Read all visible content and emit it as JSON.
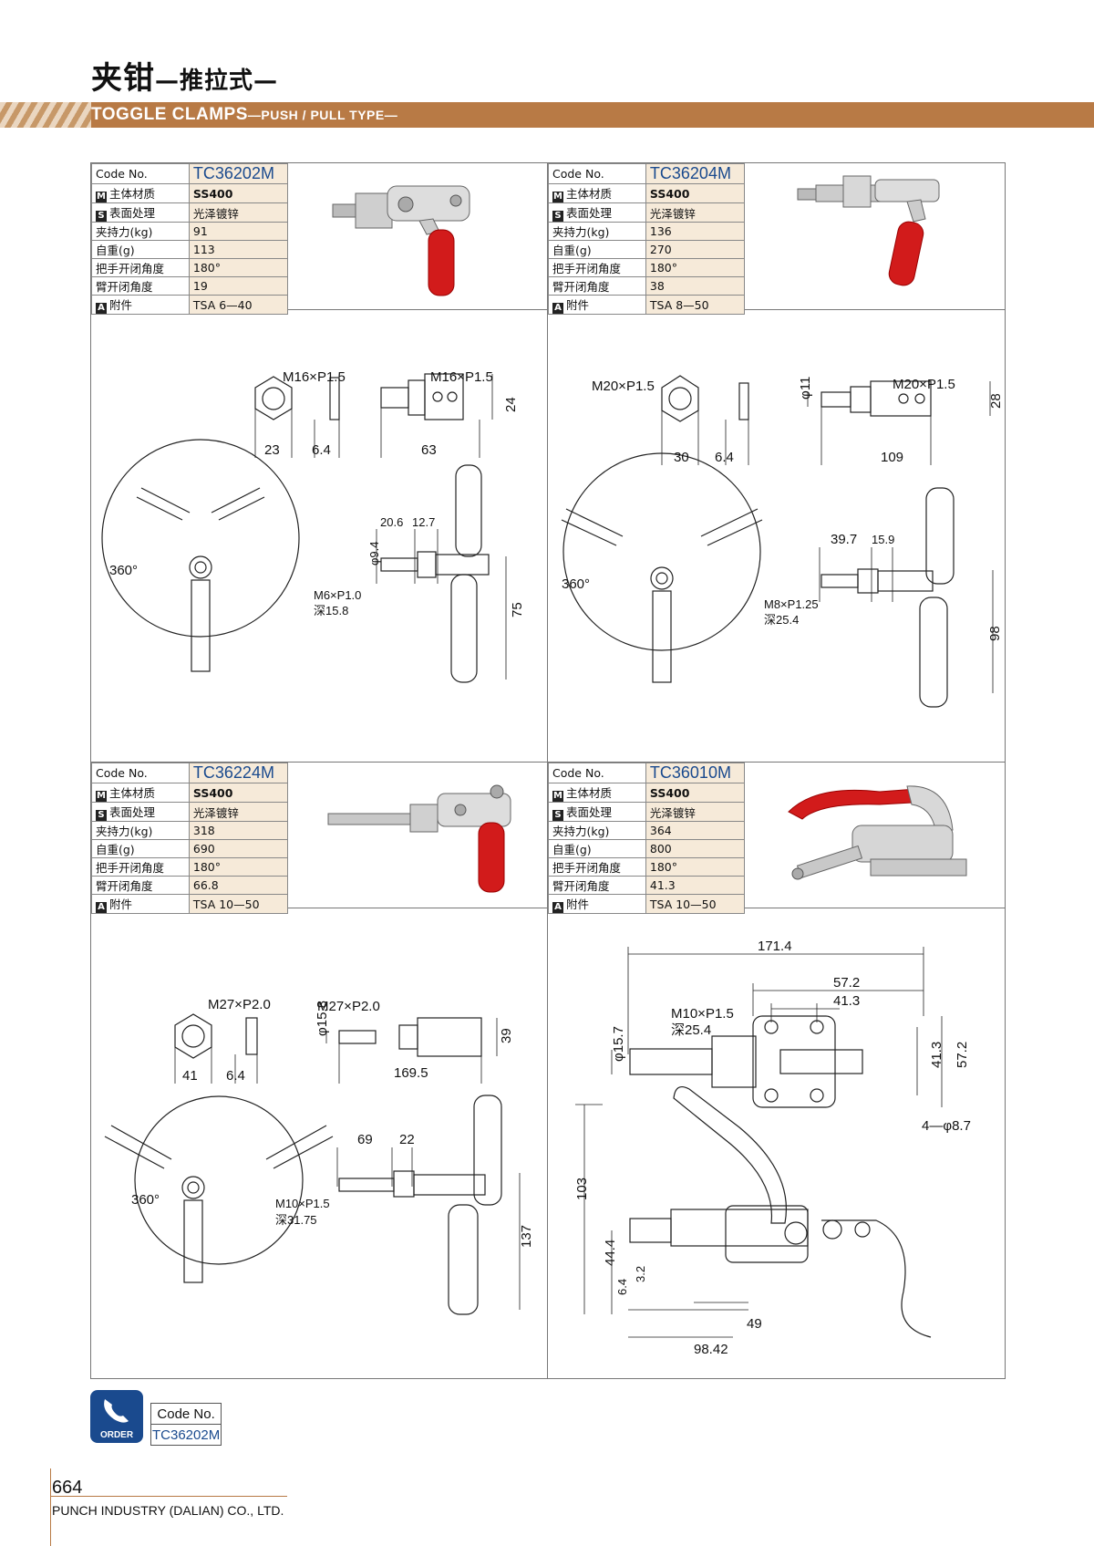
{
  "header": {
    "title_cn": "夹钳",
    "title_cn_sub": "—推拉式—",
    "title_en": "TOGGLE CLAMPS",
    "title_en_sub": "—PUSH / PULL TYPE—"
  },
  "labels": {
    "code": "Code No.",
    "material": "主体材质",
    "surface": "表面处理",
    "force": "夹持力(kg)",
    "weight": "自重(g)",
    "handle_angle": "把手开闭角度",
    "arm_angle": "臂开闭角度",
    "accessory": "附件",
    "badge_m": "M",
    "badge_s": "S",
    "badge_a": "A"
  },
  "products": [
    {
      "code": "TC36202M",
      "material": "SS400",
      "surface": "光泽镀锌",
      "force": "91",
      "weight": "113",
      "handle_angle": "180°",
      "arm_angle": "19",
      "accessory": "TSA 6—40"
    },
    {
      "code": "TC36204M",
      "material": "SS400",
      "surface": "光泽镀锌",
      "force": "136",
      "weight": "270",
      "handle_angle": "180°",
      "arm_angle": "38",
      "accessory": "TSA 8—50"
    },
    {
      "code": "TC36224M",
      "material": "SS400",
      "surface": "光泽镀锌",
      "force": "318",
      "weight": "690",
      "handle_angle": "180°",
      "arm_angle": "66.8",
      "accessory": "TSA 10—50"
    },
    {
      "code": "TC36010M",
      "material": "SS400",
      "surface": "光泽镀锌",
      "force": "364",
      "weight": "800",
      "handle_angle": "180°",
      "arm_angle": "41.3",
      "accessory": "TSA 10—50"
    }
  ],
  "drawings": {
    "d1": {
      "thread": "M16×P1.5",
      "thread2": "M16×P1.5",
      "hex": "23",
      "nut": "6.4",
      "len": "63",
      "h": "24",
      "a": "20.6",
      "b": "12.7",
      "dia": "φ9.4",
      "hole": "M6×P1.0",
      "depth": "深15.8",
      "tall": "75",
      "rot": "360°"
    },
    "d2": {
      "thread": "M20×P1.5",
      "thread2": "M20×P1.5",
      "hex": "30",
      "nut": "6.4",
      "dia11": "φ11",
      "len": "109",
      "h": "28",
      "a": "39.7",
      "b": "15.9",
      "hole": "M8×P1.25",
      "depth": "深25.4",
      "tall": "98",
      "rot": "360°"
    },
    "d3": {
      "thread": "M27×P2.0",
      "thread2": "M27×P2.0",
      "hex": "41",
      "nut": "6.4",
      "dia": "φ15.8",
      "len": "169.5",
      "h": "39",
      "a": "69",
      "b": "22",
      "hole": "M10×P1.5",
      "depth": "深31.75",
      "tall": "137",
      "rot": "360°"
    },
    "d4": {
      "total": "171.4",
      "w1": "57.2",
      "w2": "41.3",
      "hole": "M10×P1.5",
      "depth": "深25.4",
      "dia": "φ15.7",
      "h1": "41.3",
      "h2": "57.2",
      "holes": "4—φ8.7",
      "v103": "103",
      "v444": "44.4",
      "v64": "6.4",
      "v32": "3.2",
      "v49": "49",
      "v9842": "98.42"
    }
  },
  "order": {
    "label": "ORDER",
    "code_label": "Code No.",
    "code": "TC36202M"
  },
  "footer": {
    "page": "664",
    "company": "PUNCH INDUSTRY (DALIAN) CO., LTD."
  }
}
